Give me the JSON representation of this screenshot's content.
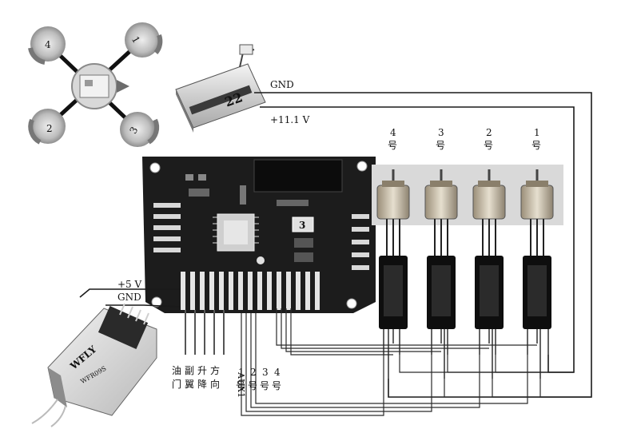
{
  "labels": {
    "gnd_top": "GND",
    "v111": "+11.1 V",
    "v5": "+5 V",
    "gnd_left": "GND"
  },
  "motors": [
    {
      "num": "4",
      "hao": "号"
    },
    {
      "num": "3",
      "hao": "号"
    },
    {
      "num": "2",
      "hao": "号"
    },
    {
      "num": "1",
      "hao": "号"
    }
  ],
  "quad_numbers": [
    "4",
    "1",
    "2",
    "3"
  ],
  "channels": [
    {
      "top": "油",
      "bottom": "门"
    },
    {
      "top": "副",
      "bottom": "翼"
    },
    {
      "top": "升",
      "bottom": "降"
    },
    {
      "top": "方",
      "bottom": "向"
    }
  ],
  "aux": "AUX1",
  "motor_outputs": [
    {
      "num": "1",
      "hao": "号"
    },
    {
      "num": "2",
      "hao": "号"
    },
    {
      "num": "3",
      "hao": "号"
    },
    {
      "num": "4",
      "hao": "号"
    }
  ],
  "battery_label": "22",
  "receiver_brand": "WFLY",
  "receiver_model": "WFR09S",
  "chip_label": "3",
  "colors": {
    "wire": "#1a1a1a",
    "board": "#1c1c1c",
    "motor_bg": "#d9d9d9",
    "quad_blue": "#3b5fa0"
  }
}
